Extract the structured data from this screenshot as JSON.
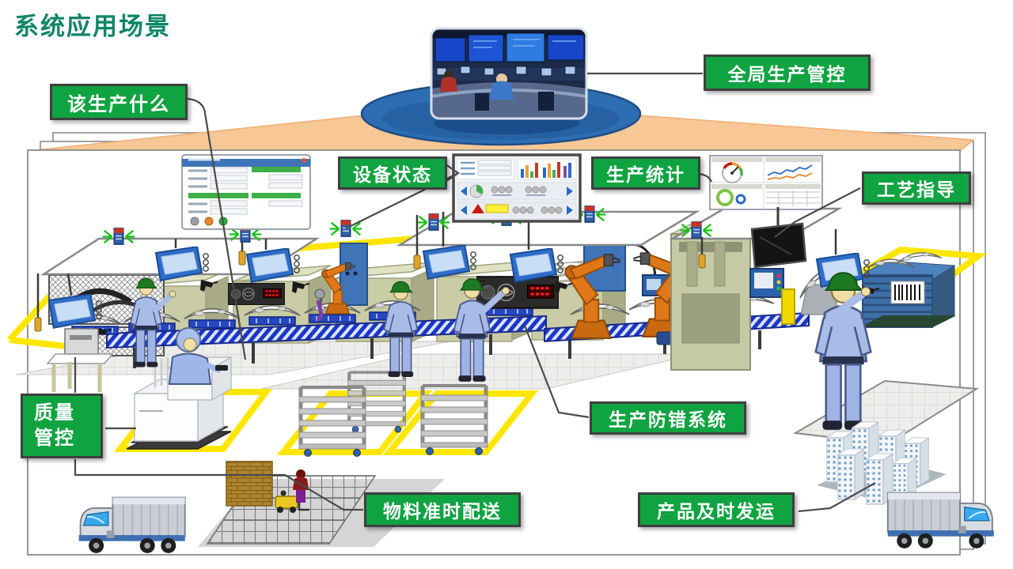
{
  "title": "系统应用场景",
  "callouts": {
    "what_to_produce": "该生产什么",
    "global_production_control": "全局生产管控",
    "equipment_status": "设备状态",
    "production_statistics": "生产统计",
    "process_guidance": "工艺指导",
    "quality_control_line1": "质量",
    "quality_control_line2": "管控",
    "error_proofing_system": "生产防错系统",
    "material_on_time_delivery": "物料准时配送",
    "product_on_time_shipping": "产品及时发运"
  },
  "colors": {
    "title_green": "#0E8566",
    "callout_green": "#10A341",
    "callout_border": "#3F3F3F",
    "beam_orange": "#F7C795",
    "ellipse_blue": "#2D6DB2",
    "conveyor_blue": "#1B37C8",
    "floor_zone_yellow": "#FFE600",
    "robot_orange": "#E07818",
    "worker_blue": "#A9BCE8"
  },
  "scene": {
    "control_room_image": "central control room photo on blue disc",
    "elements": [
      "stacked slide pages",
      "projection beam",
      "overhead rails with andon lights and hanging monitors",
      "ERP order form screen",
      "equipment status dashboard",
      "production statistics dashboard",
      "process guidance monitor",
      "assembly conveyor with bumper parts",
      "orange robot arms",
      "workers in blue uniforms",
      "quality boxes",
      "shelf carts",
      "wireframe warehouse racks with pallets and forklift",
      "delivery truck",
      "shipping truck",
      "city buildings",
      "blue shipping rack with barcode"
    ]
  }
}
